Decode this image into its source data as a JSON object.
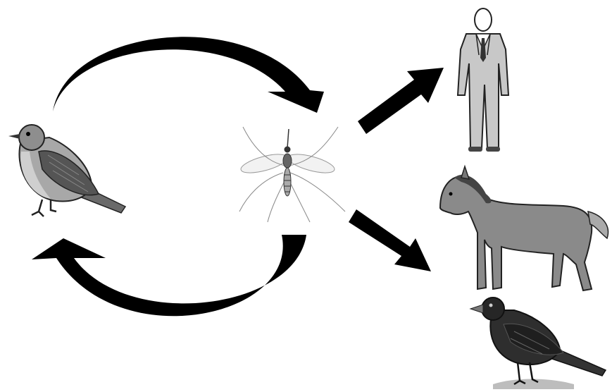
{
  "diagram": {
    "description_hidden": "",
    "nodes": [
      {
        "id": "bird",
        "icon": "songbird-icon"
      },
      {
        "id": "mosquito",
        "icon": "mosquito-icon"
      },
      {
        "id": "human",
        "icon": "man-in-suit-icon"
      },
      {
        "id": "horse",
        "icon": "horse-icon"
      },
      {
        "id": "crow",
        "icon": "crow-icon"
      }
    ],
    "edges": [
      {
        "from": "bird",
        "to": "mosquito",
        "style": "curved"
      },
      {
        "from": "mosquito",
        "to": "bird",
        "style": "curved"
      },
      {
        "from": "mosquito",
        "to": "human",
        "style": "straight"
      },
      {
        "from": "mosquito",
        "to": "horse",
        "style": "straight"
      }
    ],
    "colors": {
      "arrow": "#000000",
      "background": "#ffffff",
      "suit": "#c8c8c8",
      "horse": "#8a8a8a",
      "crow": "#2a2a2a",
      "songbird": "#9a9a9a"
    }
  }
}
